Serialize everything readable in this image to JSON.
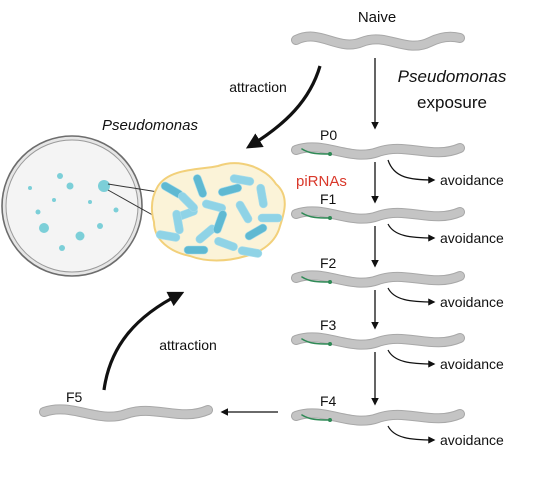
{
  "labels": {
    "naive": "Naive",
    "exposure_line1": "Pseudomonas",
    "exposure_line2": "exposure",
    "attraction_top": "attraction",
    "pseudomonas": "Pseudomonas",
    "pirnas": "piRNAs",
    "attraction_bottom": "attraction"
  },
  "generations": [
    {
      "label": "P0",
      "outcome": "avoidance"
    },
    {
      "label": "F1",
      "outcome": "avoidance"
    },
    {
      "label": "F2",
      "outcome": "avoidance"
    },
    {
      "label": "F3",
      "outcome": "avoidance"
    },
    {
      "label": "F4",
      "outcome": "avoidance"
    },
    {
      "label": "F5",
      "outcome": ""
    }
  ],
  "colors": {
    "worm": "#c4c4c4",
    "worm_outline": "#a8a8a8",
    "pirnas_text": "#d9382a",
    "bacteria": "#8fd3e6",
    "bacteria_dark": "#5fb9d2",
    "cluster_fill": "#fbf3d8",
    "cluster_stroke": "#f2d07a",
    "dish_fill": "#f1f1f1",
    "dish_stroke": "#7a7a7a",
    "colony": "#7ccfd8",
    "germline": "#2f8a56",
    "arrow": "#111111"
  }
}
